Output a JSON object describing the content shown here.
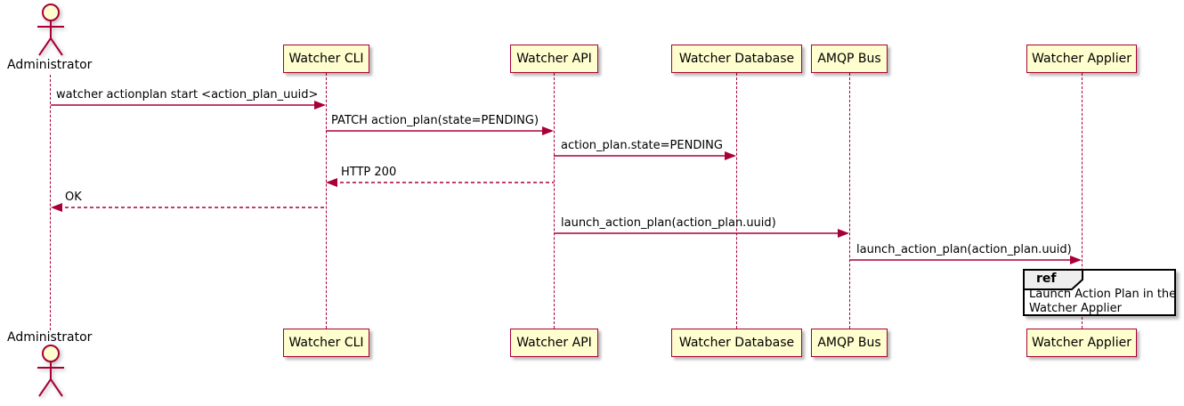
{
  "diagram_type": "sequence",
  "actor": {
    "label": "Administrator"
  },
  "participants": [
    {
      "label": "Watcher CLI"
    },
    {
      "label": "Watcher API"
    },
    {
      "label": "Watcher Database"
    },
    {
      "label": "AMQP Bus"
    },
    {
      "label": "Watcher Applier"
    }
  ],
  "messages": [
    {
      "from": "Administrator",
      "to": "Watcher CLI",
      "label": "watcher actionplan start <action_plan_uuid>",
      "line": "solid",
      "direction": "right"
    },
    {
      "from": "Watcher CLI",
      "to": "Watcher API",
      "label": "PATCH action_plan(state=PENDING)",
      "line": "solid",
      "direction": "right"
    },
    {
      "from": "Watcher API",
      "to": "Watcher Database",
      "label": "action_plan.state=PENDING",
      "line": "solid",
      "direction": "right"
    },
    {
      "from": "Watcher API",
      "to": "Watcher CLI",
      "label": "HTTP 200",
      "line": "dashed",
      "direction": "left"
    },
    {
      "from": "Watcher CLI",
      "to": "Administrator",
      "label": "OK",
      "line": "dashed",
      "direction": "left"
    },
    {
      "from": "Watcher API",
      "to": "AMQP Bus",
      "label": "launch_action_plan(action_plan.uuid)",
      "line": "solid",
      "direction": "right"
    },
    {
      "from": "AMQP Bus",
      "to": "Watcher Applier",
      "label": "launch_action_plan(action_plan.uuid)",
      "line": "solid",
      "direction": "right"
    }
  ],
  "ref": {
    "keyword": "ref",
    "text_lines": [
      "Launch Action Plan in the",
      "Watcher Applier"
    ],
    "over": "Watcher Applier"
  },
  "colors": {
    "line": "#A80036",
    "participant_fill": "#FEFECE",
    "participant_border": "#A80036",
    "ref_border": "#000000",
    "ref_header_fill": "#EEEEEE",
    "text": "#000000",
    "background": "#FFFFFF"
  }
}
